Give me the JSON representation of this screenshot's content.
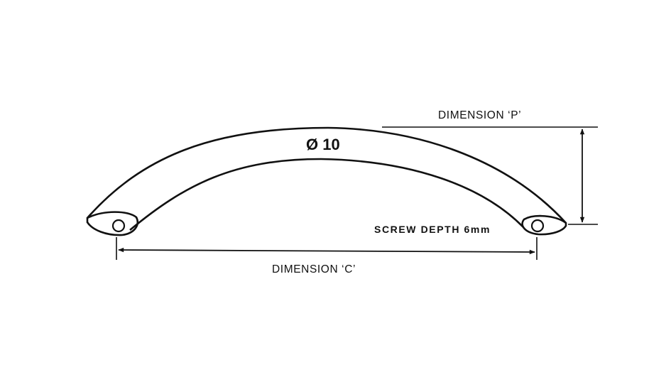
{
  "diagram": {
    "diameter_label": "Ø 10",
    "dimension_p_label": "DIMENSION ‘P’",
    "dimension_c_label": "DIMENSION ‘C’",
    "screw_depth_label": "SCREW DEPTH 6mm"
  },
  "colors": {
    "ink": "#111111",
    "background": "#ffffff"
  }
}
